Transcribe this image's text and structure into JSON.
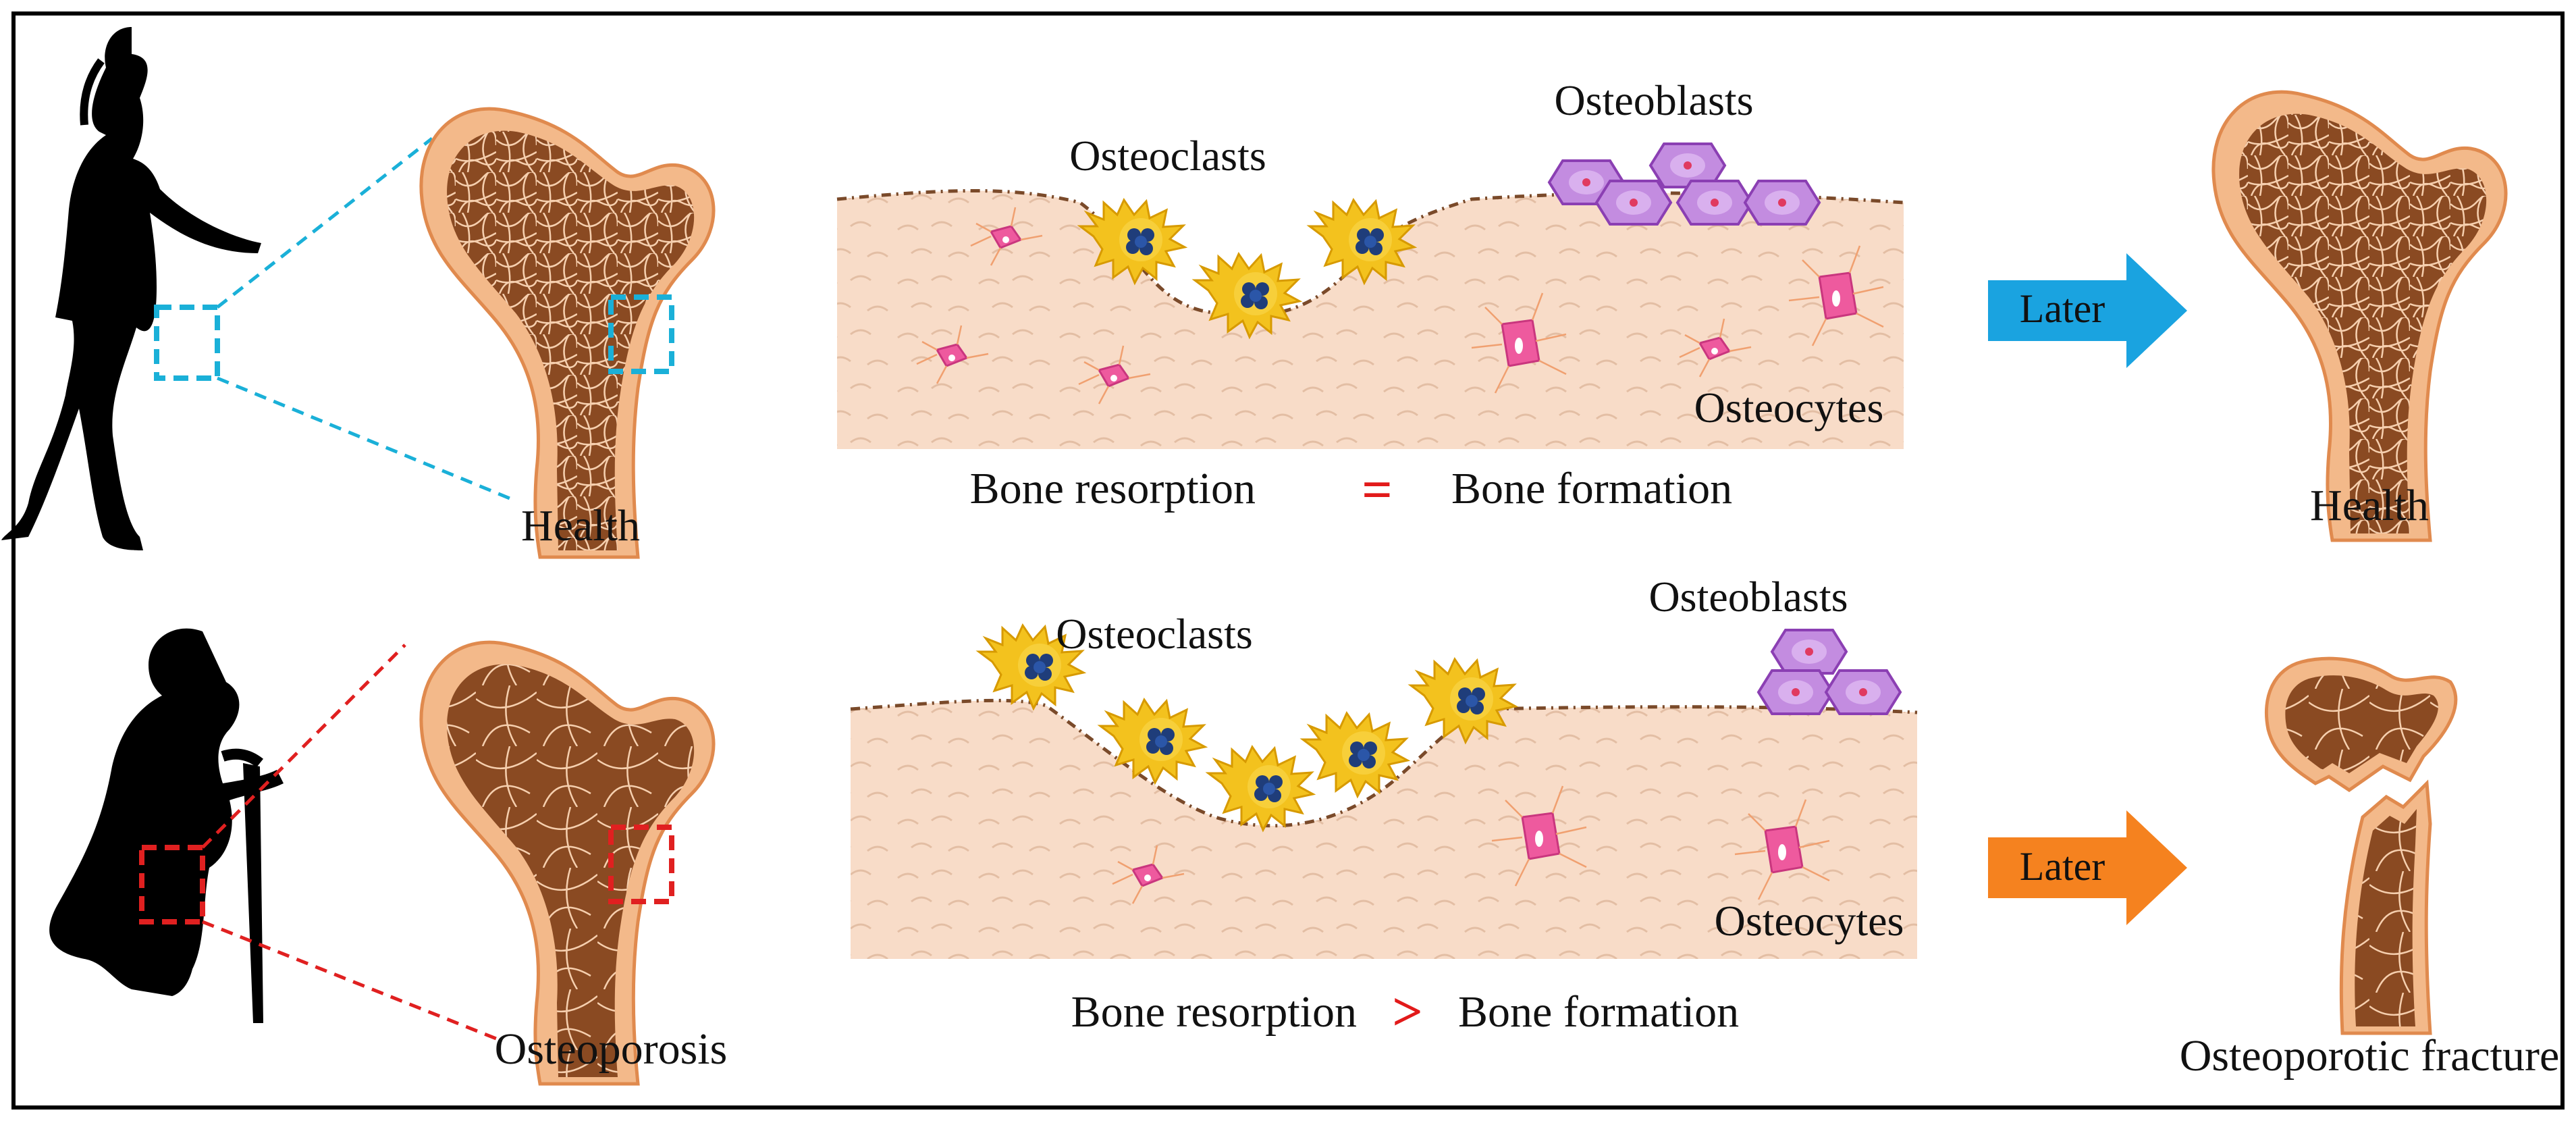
{
  "rows": [
    {
      "state_label": "Health",
      "osteoclasts_label": "Osteoclasts",
      "osteoblasts_label": "Osteoblasts",
      "osteocytes_label": "Osteocytes",
      "balance_left": "Bone resorption",
      "balance_symbol": "=",
      "balance_right": "Bone formation",
      "arrow_label": "Later",
      "outcome_label": "Health",
      "accent_color": "#1aa3e0",
      "zoom_color": "#1ab0d8"
    },
    {
      "state_label": "Osteoporosis",
      "osteoclasts_label": "Osteoclasts",
      "osteoblasts_label": "Osteoblasts",
      "osteocytes_label": "Osteocytes",
      "balance_left": "Bone resorption",
      "balance_symbol": ">",
      "balance_right": "Bone formation",
      "arrow_label": "Later",
      "outcome_label": "Osteoporotic fracture",
      "accent_color": "#f5821f",
      "zoom_color": "#e02020"
    }
  ],
  "colors": {
    "bone_outline": "#f3b98a",
    "bone_marrow": "#8a4a22",
    "tissue": "#f8dcc8",
    "osteoclast": "#f3c21e",
    "osteoblast": "#c38ce0",
    "osteocyte": "#ee5a9e",
    "symbol_red": "#e21a1a"
  }
}
